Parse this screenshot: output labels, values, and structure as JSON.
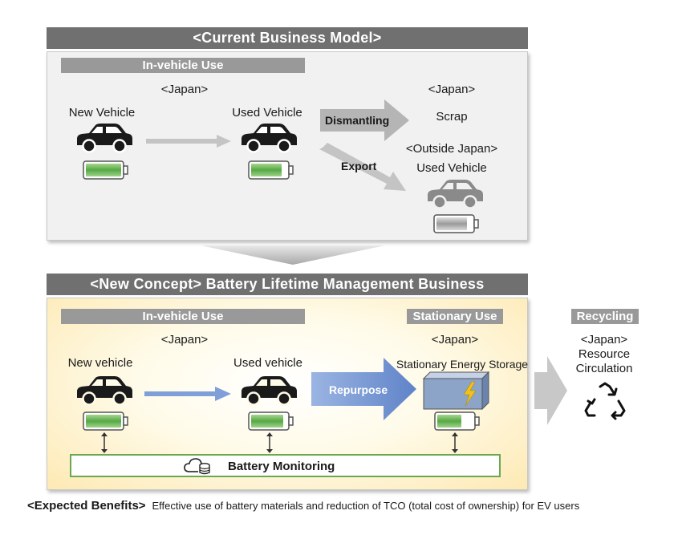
{
  "current_model": {
    "title": "<Current Business Model>",
    "in_vehicle_label": "In-vehicle Use",
    "japan_left": "<Japan>",
    "new_vehicle": "New Vehicle",
    "used_vehicle": "Used Vehicle",
    "dismantling": "Dismantling",
    "export": "Export",
    "japan_right": "<Japan>",
    "scrap": "Scrap",
    "outside_japan": "<Outside Japan>",
    "export_used_vehicle": "Used Vehicle"
  },
  "new_concept": {
    "title": "<New Concept> Battery Lifetime Management Business",
    "in_vehicle_label": "In-vehicle Use",
    "stationary_label": "Stationary Use",
    "japan_left": "<Japan>",
    "japan_right": "<Japan>",
    "new_vehicle": "New vehicle",
    "used_vehicle": "Used vehicle",
    "repurpose": "Repurpose",
    "stationary_storage": "Stationary Energy Storage",
    "battery_monitoring": "Battery Monitoring"
  },
  "recycling": {
    "label": "Recycling",
    "japan": "<Japan>",
    "resource": "Resource",
    "circulation": "Circulation"
  },
  "benefits": {
    "label": "<Expected Benefits>",
    "text": "Effective use of battery materials and reduction of TCO (total cost of ownership) for EV users"
  },
  "colors": {
    "header_gray": "#707070",
    "subhead_gray": "#999999",
    "car": "#1a1a1a",
    "car_export": "#8a8a8a",
    "battery_green": "#56a845",
    "blue_arrow": "#7f9fd8",
    "storage_blue": "#8ca4c8",
    "bolt_yellow": "#f2c21b"
  },
  "icons": [
    "car-icon",
    "battery-icon",
    "cloud-database-icon",
    "recycle-icon",
    "lightning-icon"
  ]
}
